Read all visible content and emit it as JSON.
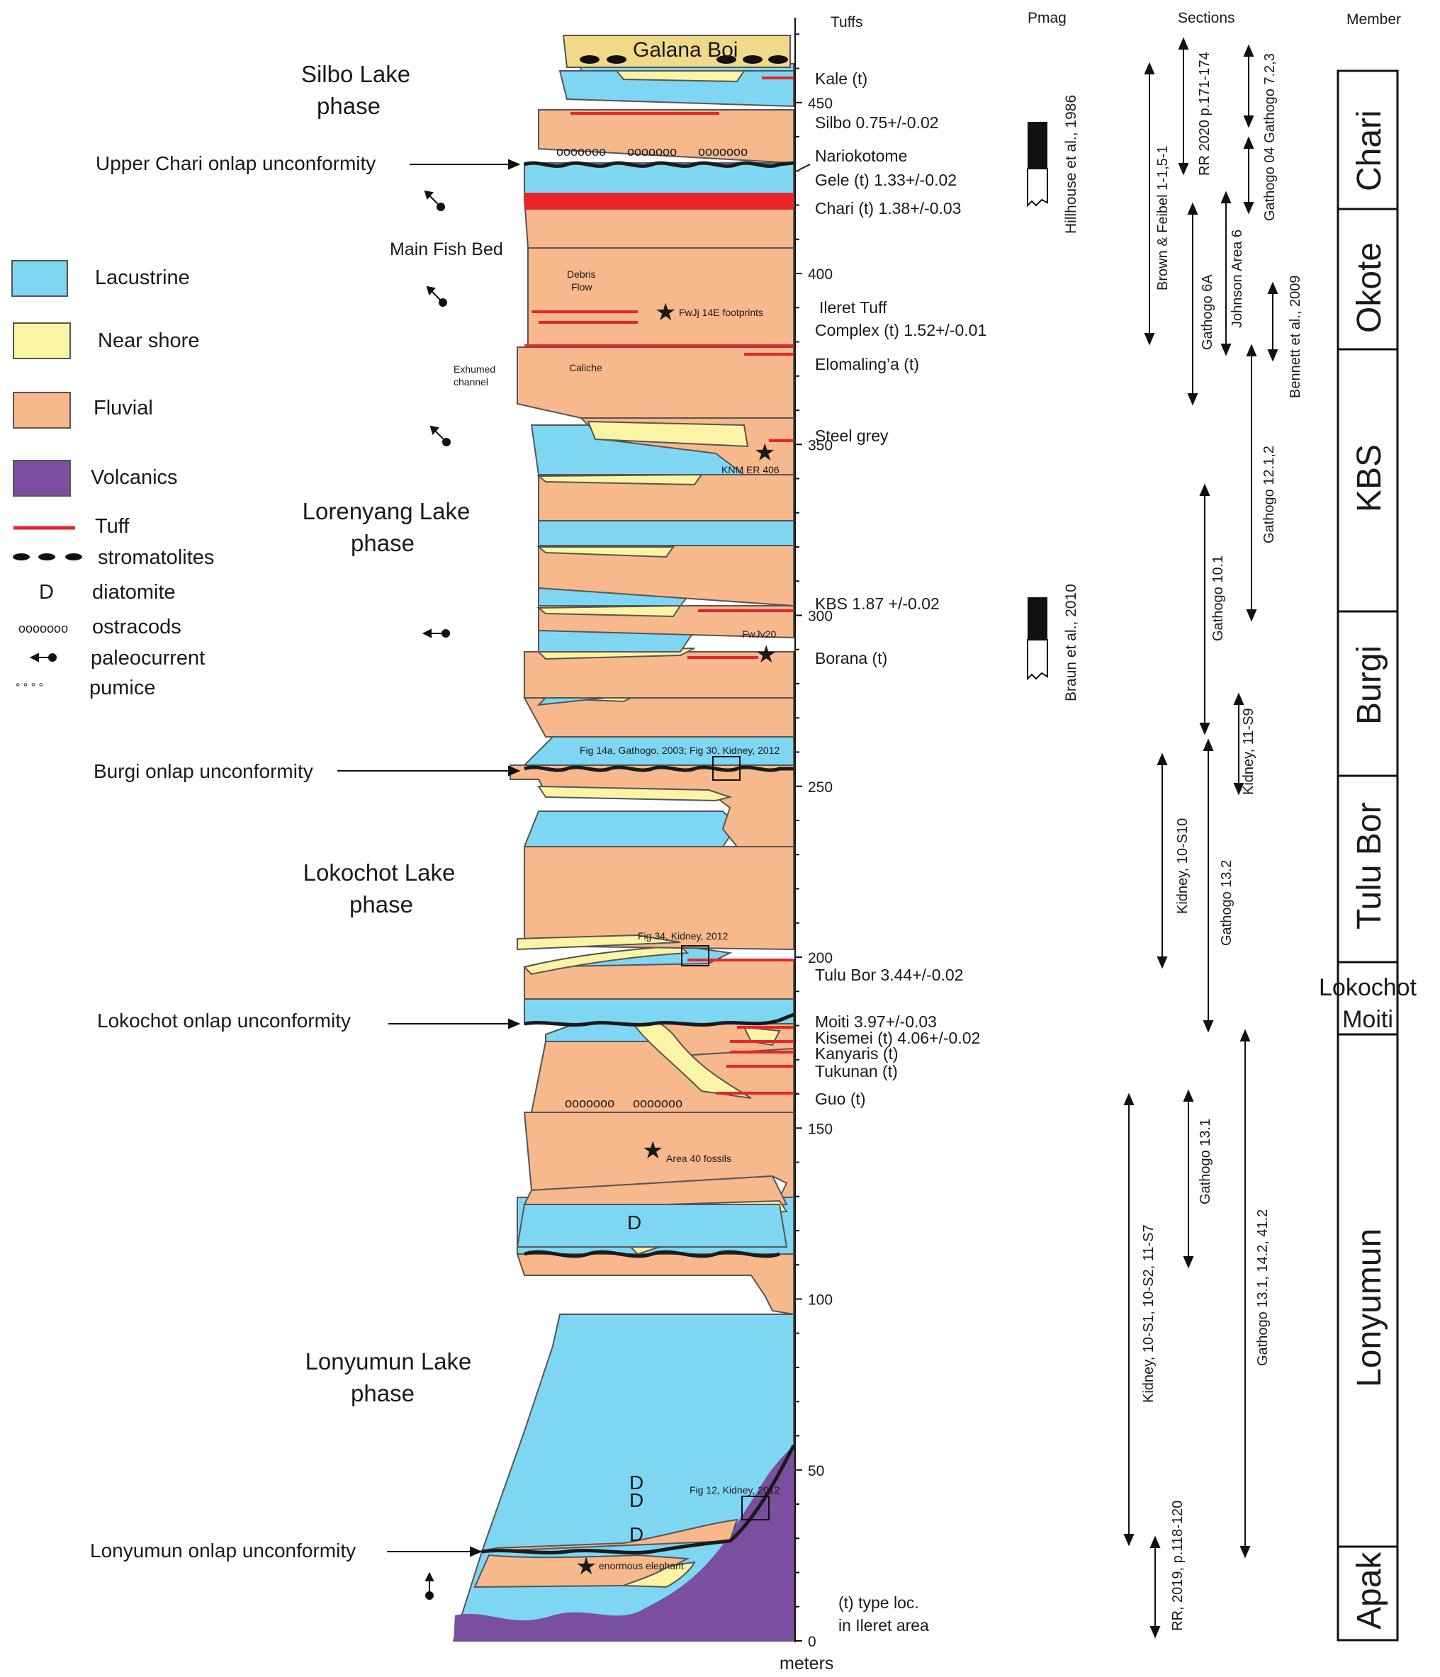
{
  "headers": {
    "tuffs": "Tuffs",
    "pmag": "Pmag",
    "sections": "Sections",
    "member": "Member",
    "units": "meters"
  },
  "galana": "Galana Boi",
  "phases": [
    {
      "line1": "Silbo Lake",
      "line2": "phase"
    },
    {
      "line1": "Lorenyang Lake",
      "line2": "phase"
    },
    {
      "line1": "Lokochot Lake",
      "line2": "phase"
    },
    {
      "line1": "Lonyumun Lake",
      "line2": "phase"
    }
  ],
  "unconformities": [
    "Upper Chari onlap unconformity",
    "Burgi onlap unconformity",
    "Lokochot onlap unconformity",
    "Lonyumun onlap unconformity"
  ],
  "legend": [
    {
      "label": "Lacustrine",
      "color": "#7fd6f3"
    },
    {
      "label": "Near shore",
      "color": "#fbf4a4"
    },
    {
      "label": "Fluvial",
      "color": "#f7b88c"
    },
    {
      "label": "Volcanics",
      "color": "#7b4fa0"
    },
    {
      "label": "Tuff",
      "color": "#e8242b"
    },
    {
      "label": "stromatolites"
    },
    {
      "label": "diatomite",
      "symbol": "D"
    },
    {
      "label": "ostracods",
      "symbol": "ooooooo"
    },
    {
      "label": "paleocurrent"
    },
    {
      "label": "pumice",
      "symbol": "° ° ° °"
    }
  ],
  "tuffs": [
    {
      "text": "Kale (t)"
    },
    {
      "text": "Silbo 0.75+/-0.02"
    },
    {
      "text": "Nariokotome"
    },
    {
      "text": "Gele (t) 1.33+/-0.02"
    },
    {
      "text": "Chari (t) 1.38+/-0.03"
    },
    {
      "text": "Ileret  Tuff"
    },
    {
      "text": "Complex (t) 1.52+/-0.01"
    },
    {
      "text": "Elomaling’a (t)"
    },
    {
      "text": "Steel grey"
    },
    {
      "text": "KBS 1.87 +/-0.02"
    },
    {
      "text": "Borana  (t)"
    },
    {
      "text": "Tulu Bor 3.44+/-0.02"
    },
    {
      "text": "Moiti 3.97+/-0.03"
    },
    {
      "text": "Kisemei (t) 4.06+/-0.02"
    },
    {
      "text": "Kanyaris (t)"
    },
    {
      "text": "Tukunan (t)"
    },
    {
      "text": "Guo (t)"
    }
  ],
  "scale_ticks": [
    "0",
    "50",
    "100",
    "150",
    "200",
    "250",
    "300",
    "350",
    "400",
    "450"
  ],
  "notes": {
    "main_fish_bed": "Main Fish Bed",
    "debris": "Debris",
    "flow": "Flow",
    "fwjj": "FwJj 14E footprints",
    "exhumed": "Exhumed",
    "channel": "channel",
    "caliche": "Caliche",
    "knm": "KNM ER 406",
    "fwjv": "FwJv20",
    "fig14": "Fig 14a, Gathogo, 2003; Fig 30, Kidney, 2012",
    "fig34": "Fig 34, Kidney, 2012",
    "area40": "Area 40 fossils",
    "fig12": "Fig 12, Kidney, 2012",
    "elephant": "enormous elephant",
    "type1": "(t) type loc.",
    "type2": "in Ileret area",
    "ostr": "ooooooo"
  },
  "pmag": [
    "Hillhouse et al., 1986",
    "Braun et al., 2010"
  ],
  "sections": [
    "Brown & Feibel 1-1,5-1",
    "RR 2020 p.171-174",
    "Gathogo 04 Gathogo 7.2,3",
    "Gathogo 6A",
    "Johnson Area 6",
    "Bennett et al., 2009",
    "Gathogo  12.1,2",
    "Gathogo 10.1",
    "Kidney, 11-S9",
    "Kidney, 10-S10",
    "Gathogo 13.2",
    "Kidney, 10-S1, 10-S2, 11-S7",
    "Gathogo 13.1",
    "Gathogo 13.1, 14.2, 41.2",
    "RR, 2019, p.118-120"
  ],
  "members": [
    "Chari",
    "Okote",
    "KBS",
    "Burgi",
    "Tulu Bor",
    "Lokochot",
    "Moiti",
    "Lonyumun",
    "Apak"
  ]
}
